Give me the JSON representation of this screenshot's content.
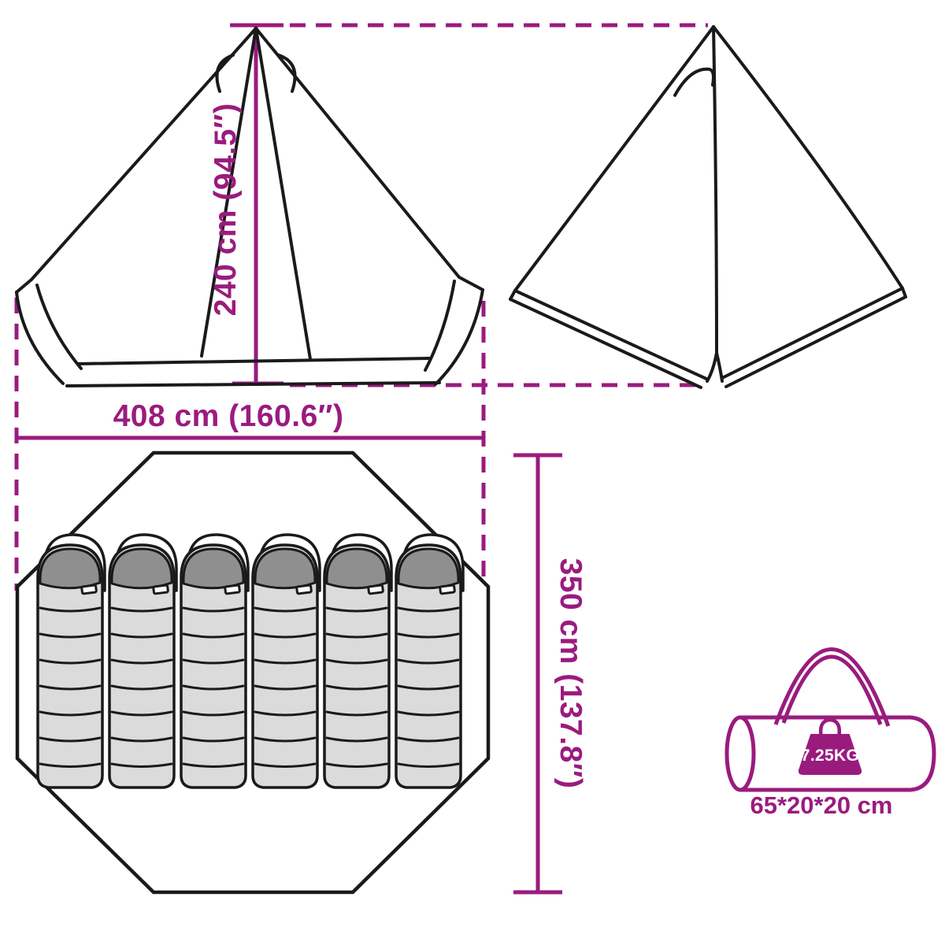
{
  "page": {
    "title": "Teepee tent dimensions diagram",
    "background": "#FFFFFF"
  },
  "colors": {
    "accent": "#9A1B7E",
    "line": "#1A1A1A",
    "bag_body": "#DBDBDB",
    "bag_hood": "#8F8F8F",
    "white": "#FFFFFF"
  },
  "dimensions": {
    "height": "240 cm (94.5″)",
    "width": "408 cm (160.6″)",
    "depth": "350 cm (137.8″)",
    "bag_size": "65*20*20 cm",
    "bag_weight": "7.25KG"
  },
  "floor_plan": {
    "sleeping_bag_count": 6
  }
}
